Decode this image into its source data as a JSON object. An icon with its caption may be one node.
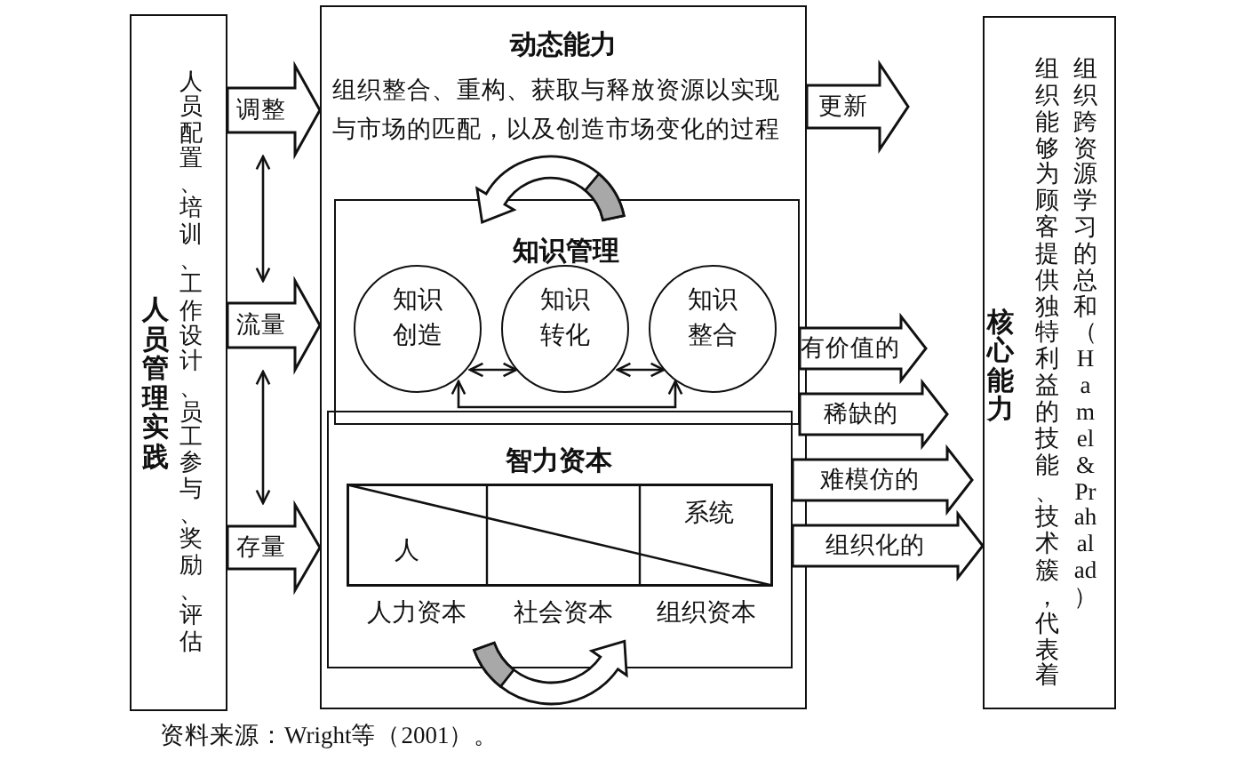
{
  "diagram": {
    "caption": "资料来源：Wright等（2001）。",
    "nodes": [
      {
        "text": [
          "人员管理实践",
          "人员配置、培训、工作设计、员工参与、奖励、评估"
        ]
      },
      {
        "text": [
          "动态能力",
          "组织整合、重构、获取与释放资源以实现与市场的匹配，以及创造市场变化的过程"
        ]
      },
      {
        "text": [
          "知识管理"
        ],
        "in": 1
      },
      {
        "text": [
          "知识创造"
        ],
        "in": 2
      },
      {
        "text": [
          "知识转化"
        ],
        "in": 2
      },
      {
        "text": [
          "知识整合"
        ],
        "in": 2
      },
      {
        "text": [
          "智力资本"
        ],
        "in": 1
      },
      {
        "text": [
          "人",
          "系统"
        ],
        "in": 6,
        "beside": [
          "人力资本",
          "社会资本",
          "组织资本"
        ]
      },
      {
        "text": [
          "核心能力",
          "组织能够为顾客提供独特利益的技能、技术簇，代表着组织跨资源学习的总和（Hamel & Prahalad）"
        ]
      }
    ],
    "edges": [
      {
        "from": 0,
        "to": 1,
        "arrow": "to",
        "label": "调整",
        "style": "thick"
      },
      {
        "from": 0,
        "to": 1,
        "arrow": "to",
        "label": "流量",
        "style": "thick"
      },
      {
        "from": 0,
        "to": 1,
        "arrow": "to",
        "label": "存量",
        "style": "thick"
      },
      {
        "from": 1,
        "to": null,
        "arrow": "to",
        "label": "更新",
        "style": "thick"
      },
      {
        "from": 3,
        "to": 4,
        "arrow": "both"
      },
      {
        "from": 4,
        "to": 5,
        "arrow": "both"
      },
      {
        "from": 3,
        "to": 5,
        "arrow": "both"
      },
      {
        "from": 2,
        "to": null,
        "arrow": "to",
        "label": "有价值的",
        "style": "thick"
      },
      {
        "from": 2,
        "to": null,
        "arrow": "to",
        "label": "稀缺的",
        "style": "thick"
      },
      {
        "from": 6,
        "to": null,
        "arrow": "to",
        "label": "难模仿的",
        "style": "thick"
      },
      {
        "from": 6,
        "to": 8,
        "arrow": "to",
        "label": "组织化的",
        "style": "thick"
      }
    ]
  }
}
